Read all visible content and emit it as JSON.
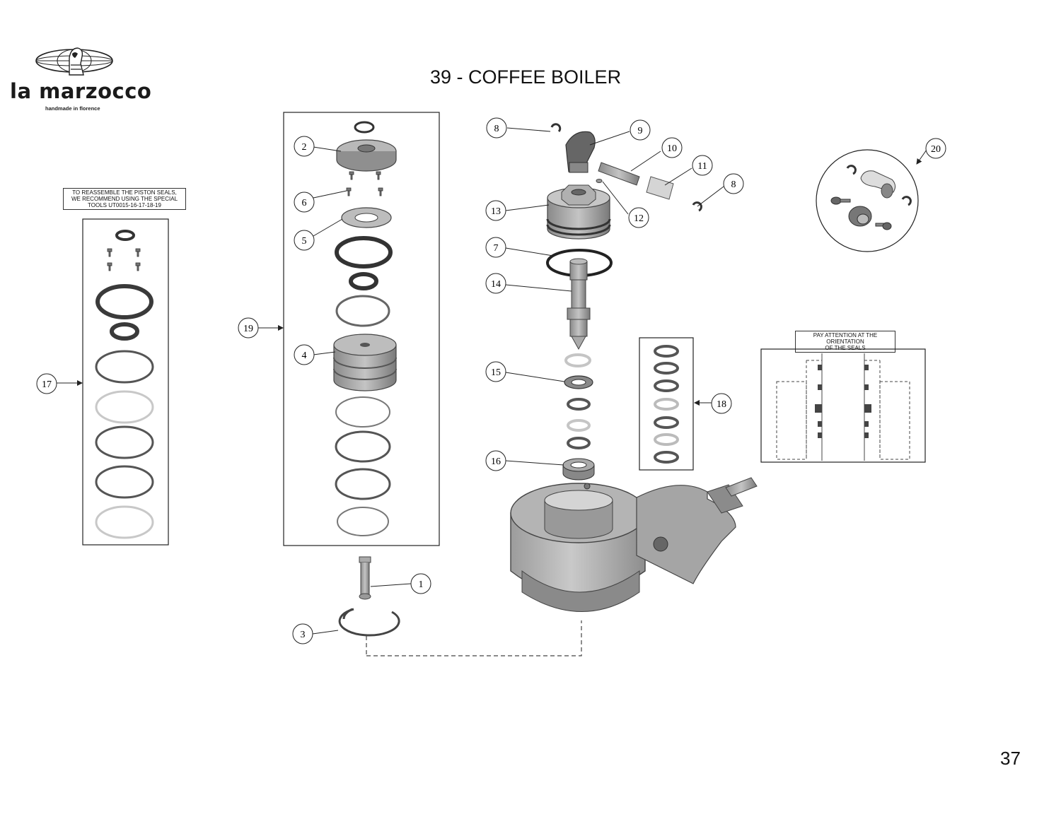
{
  "brand": {
    "name": "la marzocco",
    "tagline": "handmade in florence"
  },
  "page": {
    "title": "39 - COFFEE BOILER",
    "number": "37"
  },
  "notes": {
    "piston_seals": "TO REASSEMBLE THE PISTON SEALS,\nWE RECOMMEND USING THE SPECIAL\nTOOLS UT0015-16-17-18-19",
    "seal_orientation": "PAY ATTENTION AT THE ORIENTATION\nOF THE SEALS"
  },
  "callouts": [
    "8",
    "9",
    "10",
    "11",
    "8",
    "20",
    "2",
    "6",
    "5",
    "13",
    "7",
    "12",
    "14",
    "19",
    "4",
    "15",
    "17",
    "18",
    "16",
    "1",
    "3"
  ],
  "colors": {
    "line": "#222222",
    "part_dark": "#6e6e6e",
    "part_mid": "#a9a9a9",
    "part_light": "#cfcfcf",
    "seal_light": "#d6d6d6"
  }
}
